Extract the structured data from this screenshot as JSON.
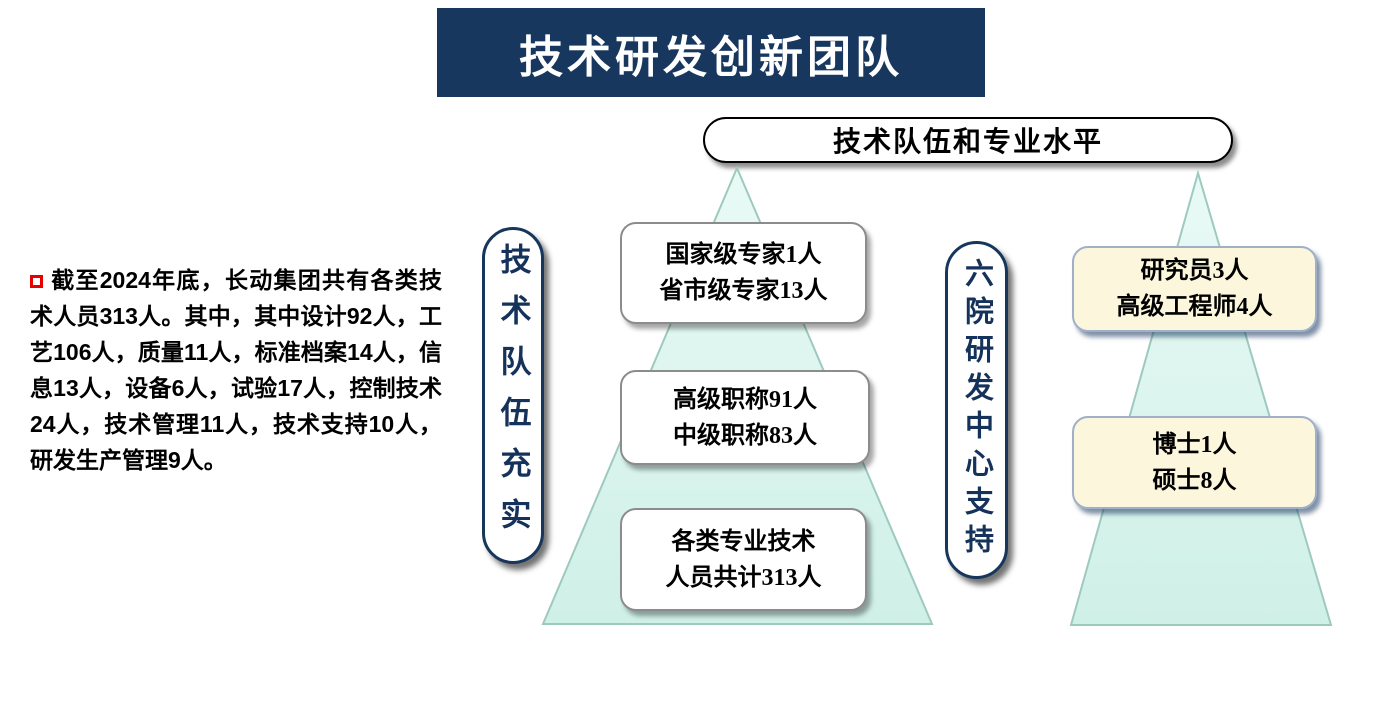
{
  "title": "技术研发创新团队",
  "subtitle": "技术队伍和专业水平",
  "intro": {
    "text": "截至2024年底，长动集团共有各类技术人员313人。其中，其中设计92人，工艺106人，质量11人，标准档案14人，信息13人，设备6人，试验17人，控制技术24人，技术管理11人，技术支持10人，研发生产管理9人。"
  },
  "left_pyramid": {
    "label": "技术队伍充实",
    "levels": [
      {
        "line1": "国家级专家1人",
        "line2": "省市级专家13人"
      },
      {
        "line1": "高级职称91人",
        "line2": "中级职称83人"
      },
      {
        "line1": "各类专业技术",
        "line2": "人员共计313人"
      }
    ]
  },
  "right_pyramid": {
    "label": "六院研发中心支持",
    "levels": [
      {
        "line1": "研究员3人",
        "line2": "高级工程师4人"
      },
      {
        "line1": "博士1人",
        "line2": "硕士8人"
      }
    ]
  },
  "colors": {
    "banner_bg": "#17375E",
    "banner_text": "#FFFFFF",
    "pyramid_fill": "#D9F4EC",
    "pyramid_stroke": "#9EC9BF",
    "white_box_bg": "#FFFFFF",
    "cream_box_bg": "#FCF6DC",
    "label_text": "#15325B",
    "bullet_red": "#E60000"
  }
}
